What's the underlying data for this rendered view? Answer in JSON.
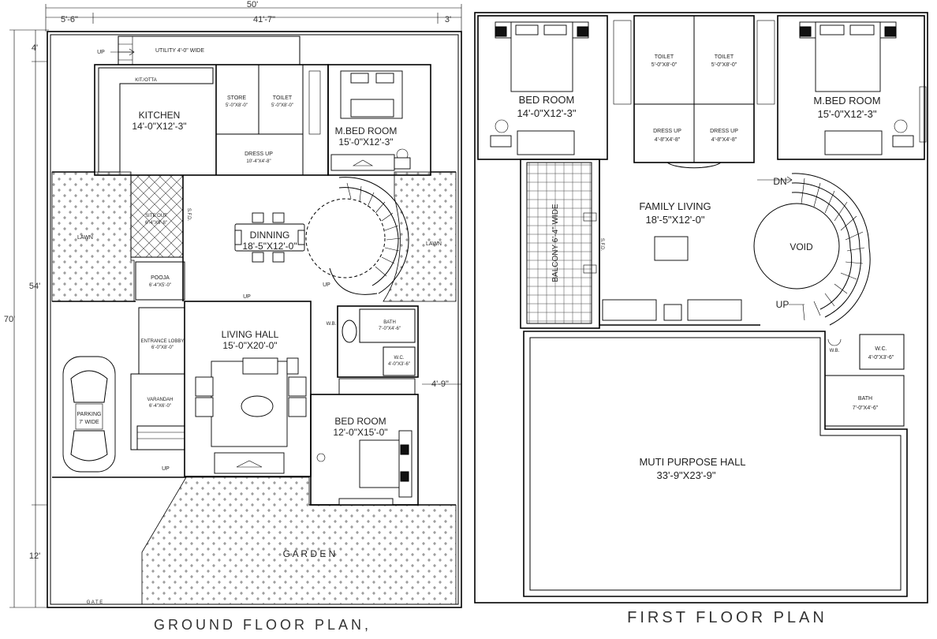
{
  "ground_floor": {
    "title": "GROUND FLOOR PLAN,",
    "dims": {
      "total_width": "50'",
      "left_strip": "5'-6\"",
      "middle": "41'-7\"",
      "right_strip": "3'",
      "total_depth": "70'",
      "depth_main": "54'",
      "depth_front": "12'",
      "top_strip": "4'",
      "side_offset": "4'-9\""
    },
    "rooms": {
      "utility": "UTILITY 4'-0\" WIDE",
      "up_top": "UP",
      "kit_otta": "KIT./OTTA",
      "kitchen_name": "KITCHEN",
      "kitchen_size": "14'-0\"X12'-3\"",
      "store_name": "STORE",
      "store_size": "5'-0\"X8'-0\"",
      "toilet_name": "TOILET",
      "toilet_size": "5'-0\"X8'-0\"",
      "dress_up_name": "DRESS UP",
      "dress_up_size": "10'-4\"X4'-8\"",
      "mbed_name": "M.BED ROOM",
      "mbed_size": "15'-0\"X12'-3\"",
      "lawn_left": "LAWN",
      "lawn_right": "LAWN",
      "sitout_name": "SITE OUT",
      "sitout_size": "6'-4\"X9'-8\"",
      "sfd": "S.F.D.",
      "dining_name": "DINNING",
      "dining_size": "18'-5\"X12'-0\"",
      "up_stair": "UP",
      "pooja_name": "POOJA",
      "pooja_size": "6'-4\"X5'-0\"",
      "up_living": "UP",
      "living_name": "LIVING HALL",
      "living_size": "15'-0\"X20'-0\"",
      "entrance_name": "ENTRANCE LOBBY",
      "entrance_size": "6'-0\"X8'-0\"",
      "wb": "W.B.",
      "bath_name": "BATH",
      "bath_size": "7'-0\"X4'-6\"",
      "wc_name": "W.C.",
      "wc_size": "4'-0\"X3'-6\"",
      "parking_name": "PARKING",
      "parking_size": "7' WIDE",
      "varandah_name": "VARANDAH",
      "varandah_size": "6'-4\"X6'-0\"",
      "up_varandah": "UP",
      "bed_name": "BED ROOM",
      "bed_size": "12'-0\"X15'-0\"",
      "garden": "G A R D E N",
      "gate": "G A T E"
    }
  },
  "first_floor": {
    "title": "FIRST FLOOR PLAN",
    "rooms": {
      "bed_name": "BED ROOM",
      "bed_size": "14'-0\"X12'-3\"",
      "toilet1_name": "TOILET",
      "toilet1_size": "5'-0\"X8'-0\"",
      "toilet2_name": "TOILET",
      "toilet2_size": "5'-0\"X8'-0\"",
      "dress1_name": "DRESS UP",
      "dress1_size": "4'-8\"X4'-8\"",
      "dress2_name": "DRESS UP",
      "dress2_size": "4'-8\"X4'-8\"",
      "mbed_name": "M.BED ROOM",
      "mbed_size": "15'-0\"X12'-3\"",
      "dn": "DN",
      "family_name": "FAMILY LIVING",
      "family_size": "18'-5\"X12'-0\"",
      "balcony": "BALCONY 6'-4\" WIDE",
      "sfd": "S.F.D.",
      "void": "VOID",
      "up": "UP",
      "wb": "W.B.",
      "wc_name": "W.C.",
      "wc_size": "4'-0\"X3'-6\"",
      "bath_name": "BATH",
      "bath_size": "7'-0\"X4'-6\"",
      "hall_name": "MUTI PURPOSE HALL",
      "hall_size": "33'-9\"X23'-9\""
    }
  }
}
